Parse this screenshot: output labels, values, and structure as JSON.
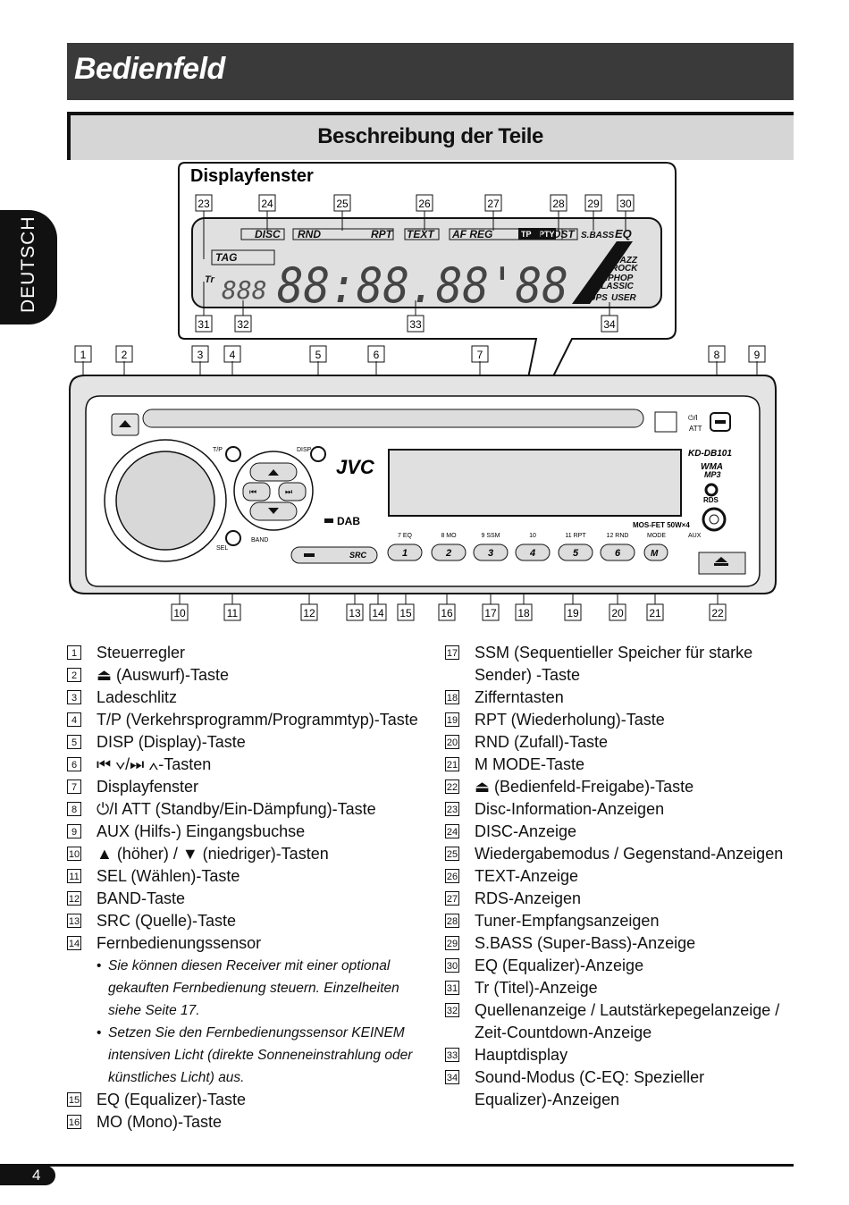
{
  "header": {
    "title": "Bedienfeld",
    "subtitle": "Beschreibung der Teile",
    "side_tab": "DEUTSCH"
  },
  "display_window": {
    "title": "Displayfenster",
    "indicators": {
      "disc": "DISC",
      "rnd": "RND",
      "rpt": "RPT",
      "text": "TEXT",
      "af_reg": "AF REG",
      "tp": "TP",
      "pty": "PTY",
      "most": "MOST",
      "sbass": "S.BASS",
      "eq": "EQ",
      "tag": "TAG",
      "tr": "Tr",
      "jazz": "JAZZ",
      "rock": "ROCK",
      "hiphop": "HIPHOP",
      "classic": "CLASSIC",
      "pops": "POPS",
      "user": "USER",
      "small_digits": "888",
      "main_digits": "88:88.88'88"
    },
    "callouts": [
      "23",
      "24",
      "25",
      "26",
      "27",
      "28",
      "29",
      "30",
      "31",
      "32",
      "33",
      "34"
    ]
  },
  "unit": {
    "brand": "JVC",
    "model": "KD-DB101",
    "wma": "WMA",
    "mp3": "MP3",
    "rds": "RDS",
    "dab": "DAB",
    "mosfet": "MOS-FET 50W×4",
    "tp_label": "T/P",
    "disp_label": "DISP",
    "sel_label": "SEL",
    "band_label": "BAND",
    "src_label": "SRC",
    "mode_label": "MODE",
    "aux_label": "AUX",
    "att_label": "ATT",
    "preset_top_labels": [
      "7 EQ",
      "8 MO",
      "9 SSM",
      "10",
      "11 RPT",
      "12 RND"
    ],
    "preset_numbers": [
      "1",
      "2",
      "3",
      "4",
      "5",
      "6"
    ],
    "m_button": "M",
    "callouts_top": [
      "1",
      "2",
      "3",
      "4",
      "5",
      "6",
      "7",
      "8",
      "9"
    ],
    "callouts_bottom": [
      "10",
      "11",
      "12",
      "13",
      "14",
      "15",
      "16",
      "17",
      "18",
      "19",
      "20",
      "21",
      "22"
    ]
  },
  "legend_left": [
    {
      "num": "1",
      "text": "Steuerregler"
    },
    {
      "num": "2",
      "text": "⏏ (Auswurf)-Taste"
    },
    {
      "num": "3",
      "text": "Ladeschlitz"
    },
    {
      "num": "4",
      "text": "T/P (Verkehrsprogramm/Programmtyp)-Taste"
    },
    {
      "num": "5",
      "text": "DISP (Display)-Taste"
    },
    {
      "num": "6",
      "text": "⏮ ∨/⏭ ∧-Tasten"
    },
    {
      "num": "7",
      "text": "Displayfenster"
    },
    {
      "num": "8",
      "text": "⏻/I ATT (Standby/Ein-Dämpfung)-Taste"
    },
    {
      "num": "9",
      "text": "AUX (Hilfs-) Eingangsbuchse"
    },
    {
      "num": "10",
      "text": "▲ (höher) / ▼ (niedriger)-Tasten"
    },
    {
      "num": "11",
      "text": "SEL (Wählen)-Taste"
    },
    {
      "num": "12",
      "text": "BAND-Taste"
    },
    {
      "num": "13",
      "text": "SRC (Quelle)-Taste"
    },
    {
      "num": "14",
      "text": "Fernbedienungssensor"
    }
  ],
  "legend_left_notes": [
    "Sie können diesen Receiver mit einer optional gekauften Fernbedienung steuern. Einzelheiten siehe Seite 17.",
    "Setzen Sie den Fernbedienungssensor KEINEM intensiven Licht (direkte Sonneneinstrahlung oder künstliches Licht) aus."
  ],
  "legend_left_tail": [
    {
      "num": "15",
      "text": "EQ (Equalizer)-Taste"
    },
    {
      "num": "16",
      "text": "MO (Mono)-Taste"
    }
  ],
  "legend_right": [
    {
      "num": "17",
      "text": "SSM (Sequentieller Speicher für starke Sender) -Taste"
    },
    {
      "num": "18",
      "text": "Zifferntasten"
    },
    {
      "num": "19",
      "text": "RPT (Wiederholung)-Taste"
    },
    {
      "num": "20",
      "text": "RND (Zufall)-Taste"
    },
    {
      "num": "21",
      "text": "M MODE-Taste"
    },
    {
      "num": "22",
      "text": "⏏ (Bedienfeld-Freigabe)-Taste"
    },
    {
      "num": "23",
      "text": "Disc-Information-Anzeigen"
    },
    {
      "num": "24",
      "text": "DISC-Anzeige"
    },
    {
      "num": "25",
      "text": "Wiedergabemodus / Gegenstand-Anzeigen"
    },
    {
      "num": "26",
      "text": "TEXT-Anzeige"
    },
    {
      "num": "27",
      "text": "RDS-Anzeigen"
    },
    {
      "num": "28",
      "text": "Tuner-Empfangsanzeigen"
    },
    {
      "num": "29",
      "text": "S.BASS (Super-Bass)-Anzeige"
    },
    {
      "num": "30",
      "text": "EQ (Equalizer)-Anzeige"
    },
    {
      "num": "31",
      "text": "Tr (Titel)-Anzeige"
    },
    {
      "num": "32",
      "text": "Quellenanzeige / Lautstärkepegelanzeige / Zeit-Countdown-Anzeige"
    },
    {
      "num": "33",
      "text": "Hauptdisplay"
    },
    {
      "num": "34",
      "text": "Sound-Modus (C-EQ: Spezieller Equalizer)-Anzeigen"
    }
  ],
  "footer": {
    "page": "4"
  }
}
